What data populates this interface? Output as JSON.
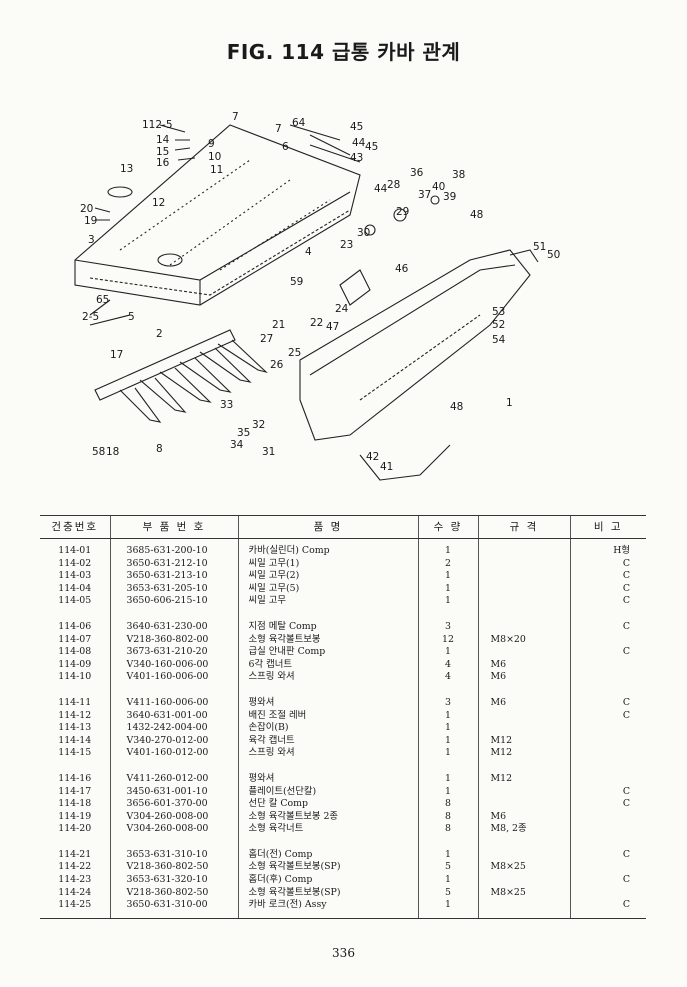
{
  "title": "FIG. 114 급통 카바 관계",
  "diagram": {
    "labels": [
      "112-5",
      "7",
      "7",
      "64",
      "45",
      "14",
      "9",
      "44",
      "45",
      "15",
      "10",
      "43",
      "16",
      "11",
      "6",
      "13",
      "36",
      "38",
      "44",
      "28",
      "37",
      "40",
      "39",
      "12",
      "20",
      "29",
      "19",
      "3",
      "30",
      "48",
      "23",
      "51",
      "50",
      "46",
      "59",
      "4",
      "65",
      "24",
      "2-5",
      "5",
      "22",
      "47",
      "53",
      "52",
      "54",
      "2",
      "17",
      "21",
      "27",
      "25",
      "26",
      "48",
      "33",
      "35",
      "32",
      "34",
      "31",
      "58",
      "18",
      "8",
      "1",
      "42",
      "41"
    ]
  },
  "table": {
    "headers": [
      "건충번호",
      "부 품 번 호",
      "품 명",
      "수 량",
      "규 격",
      "비 고"
    ],
    "rows": [
      {
        "no": "114-01",
        "part": "3685-631-200-10",
        "name": "카바(실린더) Comp",
        "qty": "1",
        "spec": "",
        "note": "H형"
      },
      {
        "no": "114-02",
        "part": "3650-631-212-10",
        "name": "씨일 고무(1)",
        "qty": "2",
        "spec": "",
        "note": "C"
      },
      {
        "no": "114-03",
        "part": "3650-631-213-10",
        "name": "씨일 고무(2)",
        "qty": "1",
        "spec": "",
        "note": "C"
      },
      {
        "no": "114-04",
        "part": "3653-631-205-10",
        "name": "씨일 고무(5)",
        "qty": "1",
        "spec": "",
        "note": "C"
      },
      {
        "no": "114-05",
        "part": "3650-606-215-10",
        "name": "씨일 고무",
        "qty": "1",
        "spec": "",
        "note": "C"
      },
      {
        "no": "114-06",
        "part": "3640-631-230-00",
        "name": "지점 메탈 Comp",
        "qty": "3",
        "spec": "",
        "note": "C"
      },
      {
        "no": "114-07",
        "part": "V218-360-802-00",
        "name": "소형 육각볼트보봉",
        "qty": "12",
        "spec": "M8×20",
        "note": ""
      },
      {
        "no": "114-08",
        "part": "3673-631-210-20",
        "name": "급실 안내판 Comp",
        "qty": "1",
        "spec": "",
        "note": "C"
      },
      {
        "no": "114-09",
        "part": "V340-160-006-00",
        "name": "6각 캡너트",
        "qty": "4",
        "spec": "M6",
        "note": ""
      },
      {
        "no": "114-10",
        "part": "V401-160-006-00",
        "name": "스프링 와셔",
        "qty": "4",
        "spec": "M6",
        "note": ""
      },
      {
        "no": "114-11",
        "part": "V411-160-006-00",
        "name": "평와셔",
        "qty": "3",
        "spec": "M6",
        "note": "C"
      },
      {
        "no": "114-12",
        "part": "3640-631-001-00",
        "name": "배진 조절 레버",
        "qty": "1",
        "spec": "",
        "note": "C"
      },
      {
        "no": "114-13",
        "part": "1432-242-004-00",
        "name": "손잡이(B)",
        "qty": "1",
        "spec": "",
        "note": ""
      },
      {
        "no": "114-14",
        "part": "V340-270-012-00",
        "name": "육각 캡너트",
        "qty": "1",
        "spec": "M12",
        "note": ""
      },
      {
        "no": "114-15",
        "part": "V401-160-012-00",
        "name": "스프링 와셔",
        "qty": "1",
        "spec": "M12",
        "note": ""
      },
      {
        "no": "114-16",
        "part": "V411-260-012-00",
        "name": "평와셔",
        "qty": "1",
        "spec": "M12",
        "note": ""
      },
      {
        "no": "114-17",
        "part": "3450-631-001-10",
        "name": "플레이트(선단칼)",
        "qty": "1",
        "spec": "",
        "note": "C"
      },
      {
        "no": "114-18",
        "part": "3656-601-370-00",
        "name": "선단 칼 Comp",
        "qty": "8",
        "spec": "",
        "note": "C"
      },
      {
        "no": "114-19",
        "part": "V304-260-008-00",
        "name": "소형 육각볼트보봉 2종",
        "qty": "8",
        "spec": "M6",
        "note": ""
      },
      {
        "no": "114-20",
        "part": "V304-260-008-00",
        "name": "소형 육각너트",
        "qty": "8",
        "spec": "M8, 2종",
        "note": ""
      },
      {
        "no": "114-21",
        "part": "3653-631-310-10",
        "name": "홈더(전) Comp",
        "qty": "1",
        "spec": "",
        "note": "C"
      },
      {
        "no": "114-22",
        "part": "V218-360-802-50",
        "name": "소형 육각볼트보봉(SP)",
        "qty": "5",
        "spec": "M8×25",
        "note": ""
      },
      {
        "no": "114-23",
        "part": "3653-631-320-10",
        "name": "홈더(후) Comp",
        "qty": "1",
        "spec": "",
        "note": "C"
      },
      {
        "no": "114-24",
        "part": "V218-360-802-50",
        "name": "소형 육각볼트보봉(SP)",
        "qty": "5",
        "spec": "M8×25",
        "note": ""
      },
      {
        "no": "114-25",
        "part": "3650-631-310-00",
        "name": "카바 로크(전) Assy",
        "qty": "1",
        "spec": "",
        "note": "C"
      }
    ]
  },
  "page_number": "336"
}
